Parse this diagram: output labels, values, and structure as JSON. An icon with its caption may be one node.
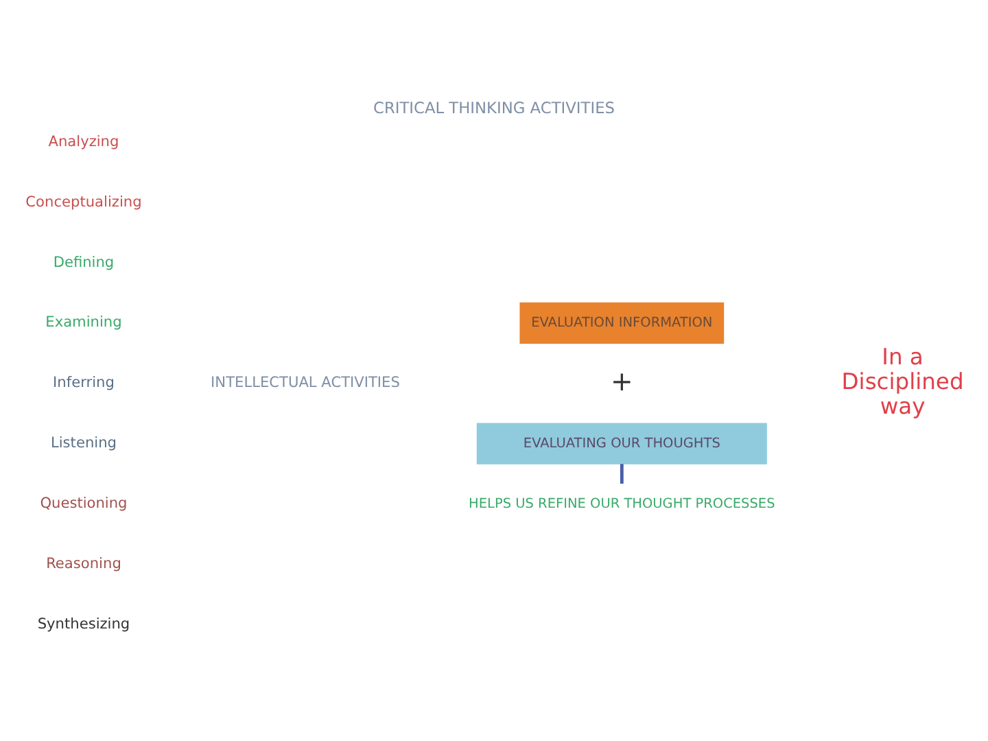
{
  "diagram": {
    "title": "CRITICAL THINKING ACTIVITIES",
    "nodes": [
      {
        "text": [
          "EVALUATION INFORMATION"
        ]
      },
      {
        "text": [
          "EVALUATING OUR THOUGHTS"
        ]
      },
      {
        "text": [
          "HELPS US REFINE OUR THOUGHT PROCESSES"
        ]
      }
    ],
    "edges": [
      {
        "from": 1,
        "to": 2,
        "arrow": "none",
        "color": "#4a5fa8"
      }
    ],
    "labels": [
      "Analyzing",
      "Conceptualizing",
      "Defining",
      "Examining",
      "Inferring",
      "Listening",
      "Questioning",
      "Reasoning",
      "Synthesizing",
      "INTELLECTUAL ACTIVITIES",
      "+",
      "In a Disciplined way"
    ]
  }
}
